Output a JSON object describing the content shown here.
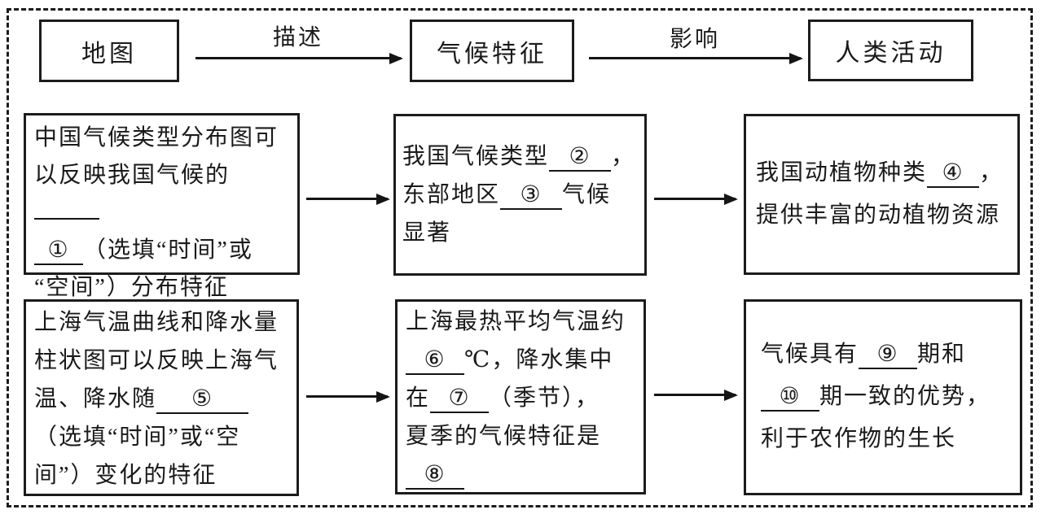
{
  "colors": {
    "ink": "#1a1a1a",
    "background": "#ffffff"
  },
  "flow": {
    "map": "地图",
    "describe": "描述",
    "climate": "气候特征",
    "influence": "影响",
    "human": "人类活动"
  },
  "cells": {
    "china_map": {
      "segments": [
        {
          "text": "中国气候类型分布图可"
        },
        {
          "br": true
        },
        {
          "text": "以反映我国气候的"
        },
        {
          "blank": "",
          "w": 72
        },
        {
          "br": true
        },
        {
          "blank": "①",
          "w": 52
        },
        {
          "text": "（选填“时间”或"
        },
        {
          "br": true
        },
        {
          "text": "“空间”）分布特征"
        }
      ]
    },
    "china_climate": {
      "segments": [
        {
          "text": "我国气候类型"
        },
        {
          "blank": "②",
          "w": 68
        },
        {
          "text": "，"
        },
        {
          "br": true
        },
        {
          "text": "东部地区"
        },
        {
          "blank": "③",
          "w": 68
        },
        {
          "text": "气候"
        },
        {
          "br": true
        },
        {
          "text": "显著"
        }
      ]
    },
    "china_effect": {
      "segments": [
        {
          "text": "我国动植物种类"
        },
        {
          "blank": "④",
          "w": 56
        },
        {
          "text": "，"
        },
        {
          "br": true
        },
        {
          "text": "提供丰富的动植物资源"
        }
      ]
    },
    "shanghai_chart": {
      "segments": [
        {
          "text": "上海气温曲线和降水量"
        },
        {
          "br": true
        },
        {
          "text": "柱状图可以反映上海气"
        },
        {
          "br": true
        },
        {
          "text": "温、降水随"
        },
        {
          "blank": "⑤",
          "w": 105
        },
        {
          "br": true
        },
        {
          "text": "（选填“时间”或“空"
        },
        {
          "br": true
        },
        {
          "text": "间”）变化的特征"
        }
      ]
    },
    "shanghai_climate": {
      "segments": [
        {
          "text": "上海最热平均气温约"
        },
        {
          "br": true
        },
        {
          "blank": "⑥",
          "w": 64
        },
        {
          "text": "℃，降水集中"
        },
        {
          "br": true
        },
        {
          "text": "在"
        },
        {
          "blank": "⑦",
          "w": 64
        },
        {
          "text": "（季节），"
        },
        {
          "br": true
        },
        {
          "text": "夏季的气候特征是"
        },
        {
          "br": true
        },
        {
          "blank": "⑧",
          "w": 64
        }
      ]
    },
    "shanghai_effect": {
      "segments": [
        {
          "text": "气候具有"
        },
        {
          "blank": "⑨",
          "w": 64
        },
        {
          "text": "期和"
        },
        {
          "br": true
        },
        {
          "blank": "⑩",
          "w": 64
        },
        {
          "text": "期一致的优势，"
        },
        {
          "br": true
        },
        {
          "text": "利于农作物的生长"
        }
      ]
    }
  }
}
